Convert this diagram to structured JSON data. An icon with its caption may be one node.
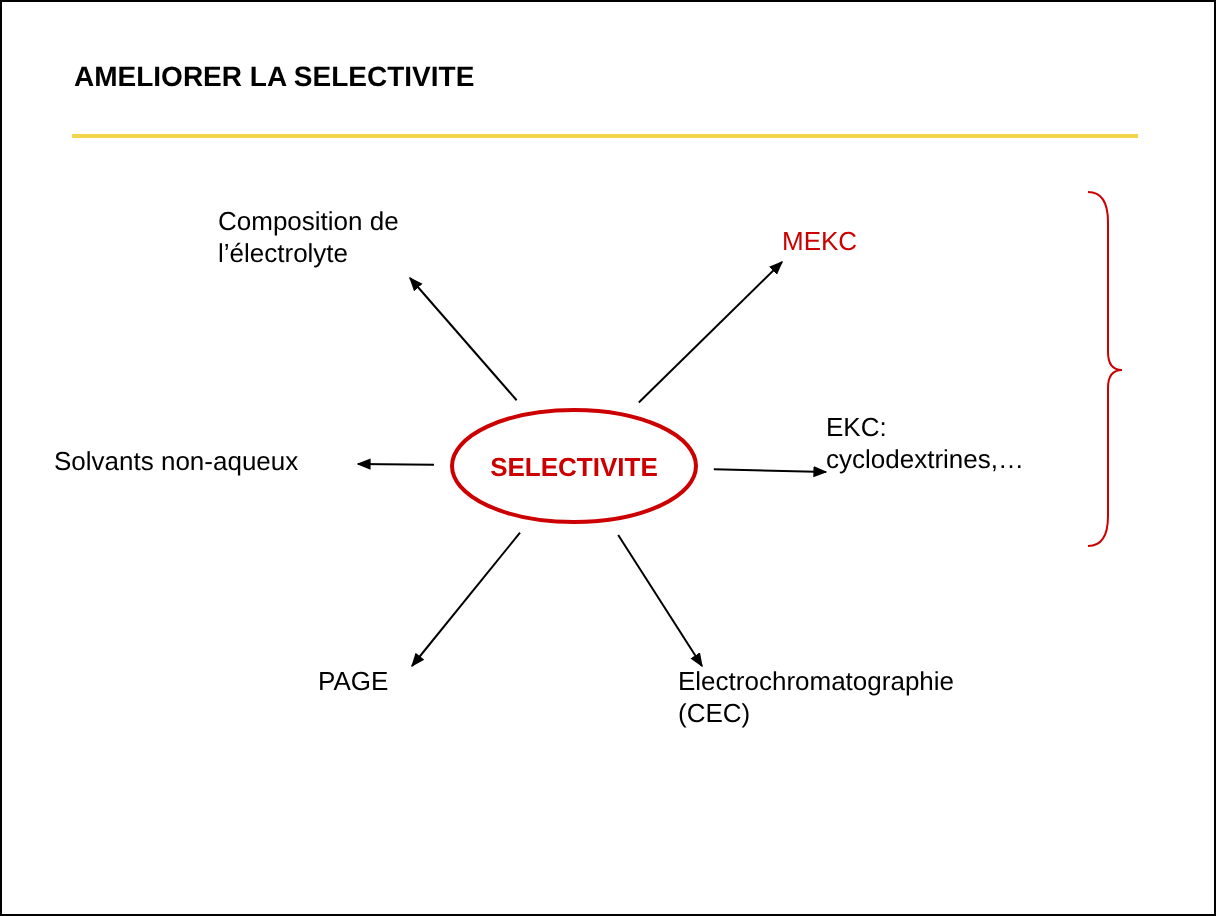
{
  "diagram": {
    "title": "AMELIORER LA SELECTIVITE",
    "nodes": [
      {
        "text": [
          "SELECTIVITE"
        ]
      },
      {
        "text": [
          "Composition de l’électrolyte"
        ]
      },
      {
        "text": [
          "MEKC"
        ]
      },
      {
        "text": [
          "Solvants non-aqueux"
        ]
      },
      {
        "text": [
          "EKC: cyclodextrines,…"
        ]
      },
      {
        "text": [
          "PAGE"
        ]
      },
      {
        "text": [
          "Electrochromatographie (CEC)"
        ]
      }
    ],
    "edges": [
      {
        "from": 0,
        "to": 1,
        "arrow": "to"
      },
      {
        "from": 0,
        "to": 2,
        "arrow": "to"
      },
      {
        "from": 0,
        "to": 3,
        "arrow": "to"
      },
      {
        "from": 0,
        "to": 4,
        "arrow": "to"
      },
      {
        "from": 0,
        "to": 5,
        "arrow": "to"
      },
      {
        "from": 0,
        "to": 6,
        "arrow": "to"
      }
    ]
  }
}
